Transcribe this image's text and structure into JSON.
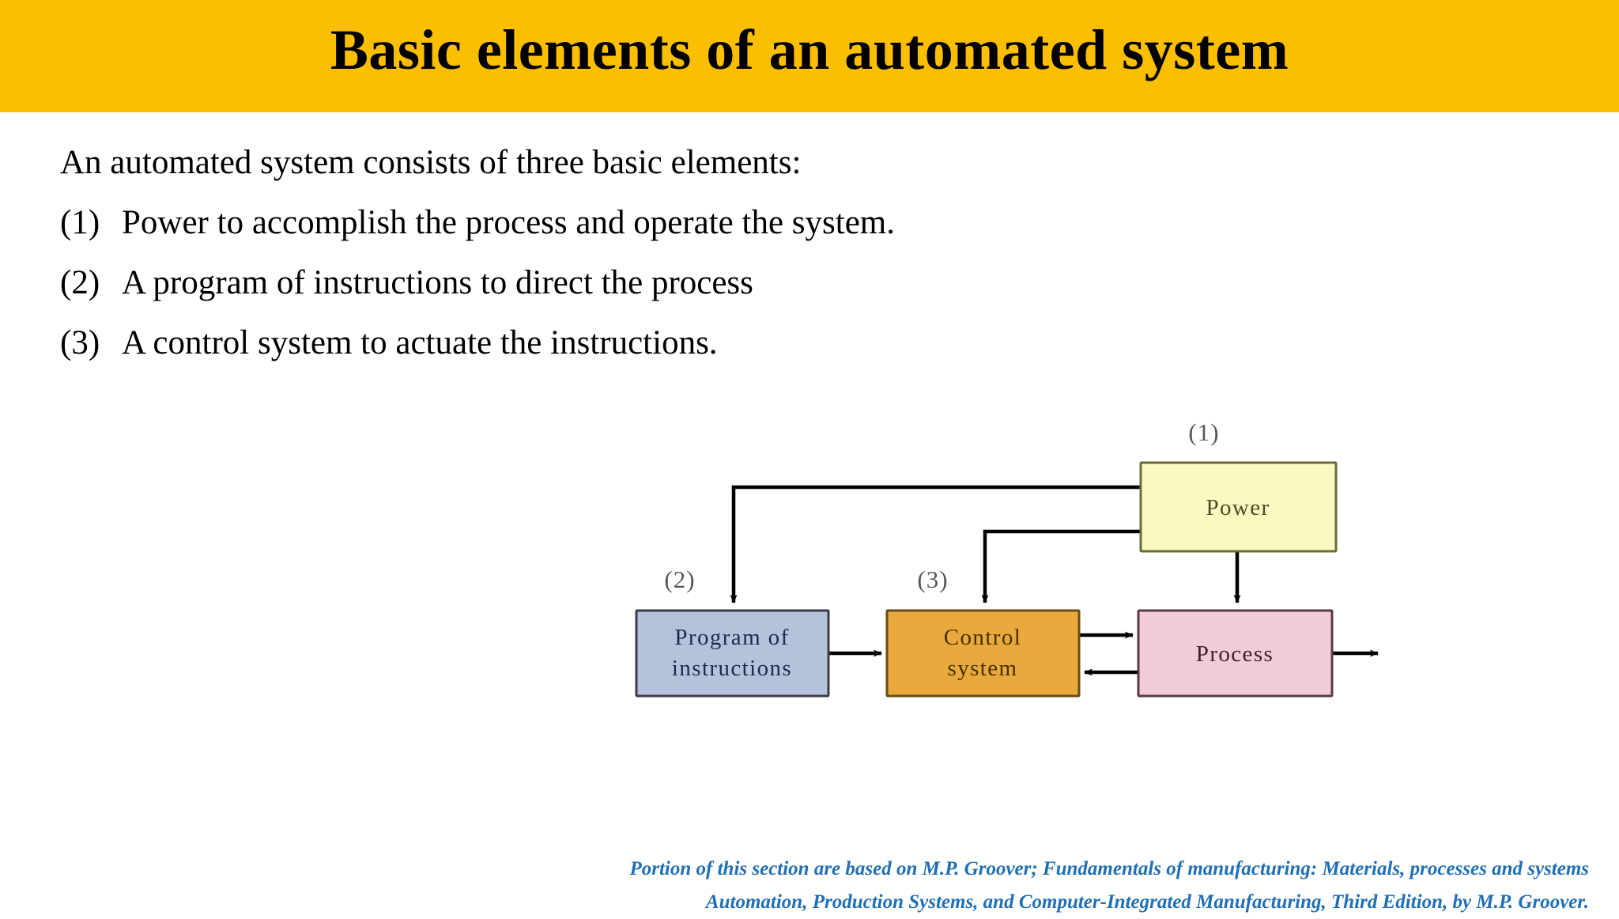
{
  "slide": {
    "title": "Basic elements of an automated system",
    "header_color": "#FBBF00",
    "background_color": "#FFFFFF"
  },
  "body": {
    "lead": "An automated system consists of three basic elements:",
    "items": [
      {
        "num": "(1)",
        "text": "Power to accomplish the process and operate the system."
      },
      {
        "num": "(2)",
        "text": "A program of instructions to direct the process"
      },
      {
        "num": "(3)",
        "text": "A control system to actuate the instructions."
      }
    ]
  },
  "diagram": {
    "boxes": [
      {
        "key": "power",
        "label": "Power",
        "fill": "#FAFAC0",
        "stroke": "#6B6B3A",
        "text_color": "#4A4A2A"
      },
      {
        "key": "program",
        "label_line1": "Program of",
        "label_line2": "instructions",
        "fill": "#B4C3DB",
        "stroke": "#3B3B4A",
        "text_color": "#1F2A4A"
      },
      {
        "key": "control",
        "label_line1": "Control",
        "label_line2": "system",
        "fill": "#E8AA3C",
        "stroke": "#6B4A15",
        "text_color": "#4A3000"
      },
      {
        "key": "process",
        "label": "Process",
        "fill": "#F0CBD8",
        "stroke": "#5A3A44",
        "text_color": "#402028"
      }
    ],
    "ref_labels": [
      {
        "key": "ref-1",
        "text": "(1)"
      },
      {
        "key": "ref-2",
        "text": "(2)"
      },
      {
        "key": "ref-3",
        "text": "(3)"
      }
    ],
    "connector_color": "#000000"
  },
  "footer": {
    "color": "#1F6FB5",
    "lines": [
      "Portion of this section are based on M.P. Groover; Fundamentals of manufacturing: Materials, processes and systems",
      "Automation, Production Systems, and Computer-Integrated Manufacturing, Third Edition, by M.P. Groover."
    ]
  }
}
